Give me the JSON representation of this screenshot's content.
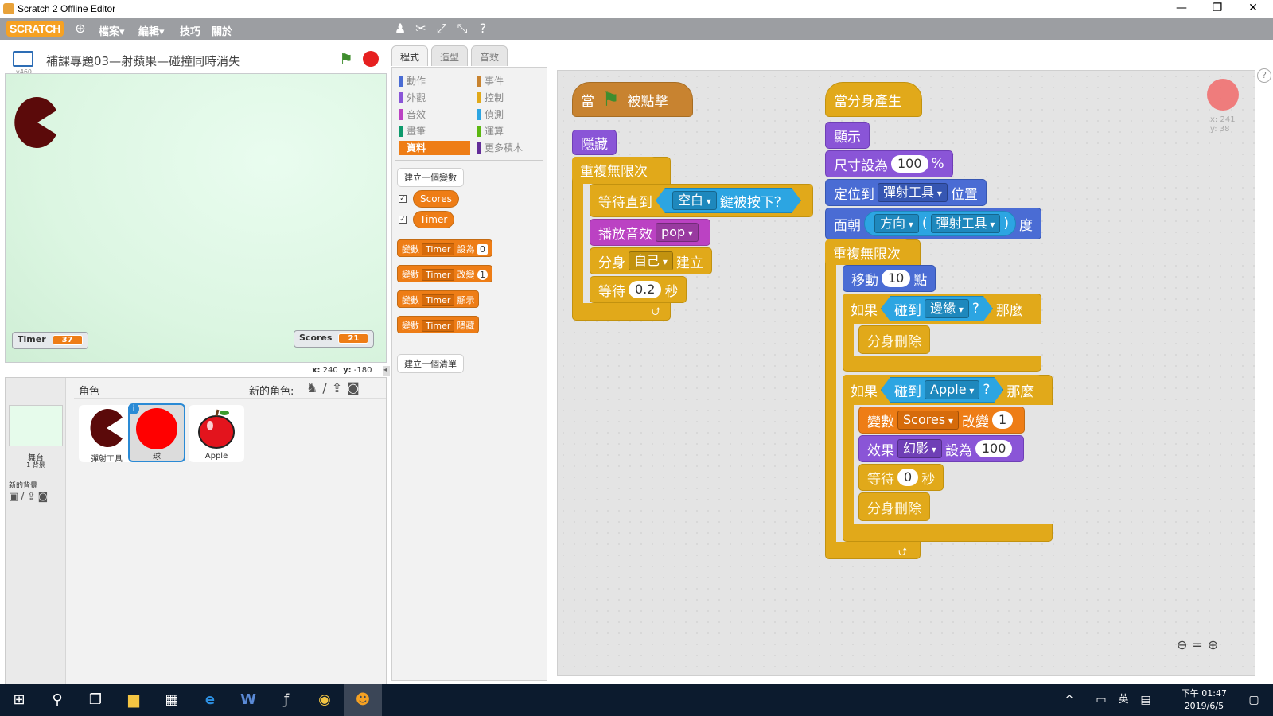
{
  "window": {
    "title": "Scratch 2 Offline Editor",
    "minimize": "—",
    "maximize": "❐",
    "close": "✕"
  },
  "menu": {
    "logo": "SCRATCH",
    "file": "檔案▾",
    "edit": "編輯▾",
    "tips": "技巧",
    "about": "關於"
  },
  "project": {
    "title": "補課專題03—射蘋果—碰撞同時消失",
    "version": "v460"
  },
  "stage": {
    "monitors": [
      {
        "label": "Timer",
        "value": "37"
      },
      {
        "label": "Scores",
        "value": "21"
      }
    ],
    "coords_x_label": "x:",
    "coords_x": "240",
    "coords_y_label": "y:",
    "coords_y": "-180"
  },
  "sprites_panel": {
    "header": "角色",
    "new_sprite_label": "新的角色:",
    "stage_label": "舞台",
    "stage_backdrops": "1 背景",
    "new_backdrop": "新的背景",
    "sprites": [
      {
        "name": "彈射工具"
      },
      {
        "name": "球"
      },
      {
        "name": "Apple"
      }
    ]
  },
  "tabs": [
    "程式",
    "造型",
    "音效"
  ],
  "categories": [
    {
      "label": "動作",
      "color": "#4a6cd4"
    },
    {
      "label": "事件",
      "color": "#c88330"
    },
    {
      "label": "外觀",
      "color": "#8a55d7"
    },
    {
      "label": "控制",
      "color": "#e1a91a"
    },
    {
      "label": "音效",
      "color": "#bb42c3"
    },
    {
      "label": "偵測",
      "color": "#2ca5e2"
    },
    {
      "label": "畫筆",
      "color": "#0e9a6c"
    },
    {
      "label": "運算",
      "color": "#5cb712"
    },
    {
      "label": "資料",
      "color": "#ee7d16"
    },
    {
      "label": "更多積木",
      "color": "#632d99"
    }
  ],
  "palette": {
    "make_variable": "建立一個變數",
    "variables": [
      "Scores",
      "Timer"
    ],
    "blocks": [
      {
        "prefix": "變數",
        "var": "Timer",
        "action": "設為",
        "value": "0"
      },
      {
        "prefix": "變數",
        "var": "Timer",
        "action": "改變",
        "value": "1"
      },
      {
        "prefix": "變數",
        "var": "Timer",
        "action": "顯示",
        "value": ""
      },
      {
        "prefix": "變數",
        "var": "Timer",
        "action": "隱藏",
        "value": ""
      }
    ],
    "make_list": "建立一個清單"
  },
  "script1": {
    "hat_when": "當",
    "hat_clicked": "被點擊",
    "hide": "隱藏",
    "forever": "重複無限次",
    "wait_until": "等待直到",
    "key": "空白",
    "key_pressed": "鍵被按下？",
    "play_sound": "播放音效",
    "sound": "pop",
    "clone": "分身",
    "clone_target": "自己",
    "clone_create": "建立",
    "wait": "等待",
    "wait_value": "0.2",
    "sec": "秒"
  },
  "script2": {
    "hat": "當分身產生",
    "show": "顯示",
    "size_label": "尺寸設為",
    "size_value": "100",
    "percent": "%",
    "goto": "定位到",
    "goto_target": "彈射工具",
    "goto_suffix": "位置",
    "point": "面朝",
    "point_attr": "方向",
    "lparen": "(",
    "point_obj": "彈射工具",
    "rparen": ")",
    "point_suffix": "度",
    "forever": "重複無限次",
    "move": "移動",
    "move_value": "10",
    "move_suffix": "點",
    "if1": "如果",
    "touch1": "碰到",
    "touch1_target": "邊緣",
    "q": "?",
    "then1": "那麼",
    "delete1": "分身刪除",
    "if2": "如果",
    "touch2": "碰到",
    "touch2_target": "Apple",
    "then2": "那麼",
    "change_var": "變數",
    "var_name": "Scores",
    "change_label": "改變",
    "change_value": "1",
    "effect": "效果",
    "effect_name": "幻影",
    "effect_set": "設為",
    "effect_value": "100",
    "wait": "等待",
    "wait_value": "0",
    "sec": "秒",
    "delete2": "分身刪除"
  },
  "sprite_info": {
    "x_label": "x:",
    "x": "241",
    "y_label": "y:",
    "y": "38"
  },
  "zoom": {
    "out": "⊖",
    "reset": "=",
    "in": "⊕"
  },
  "taskbar": {
    "time": "下午 01:47",
    "date": "2019/6/5",
    "ime": "英"
  }
}
